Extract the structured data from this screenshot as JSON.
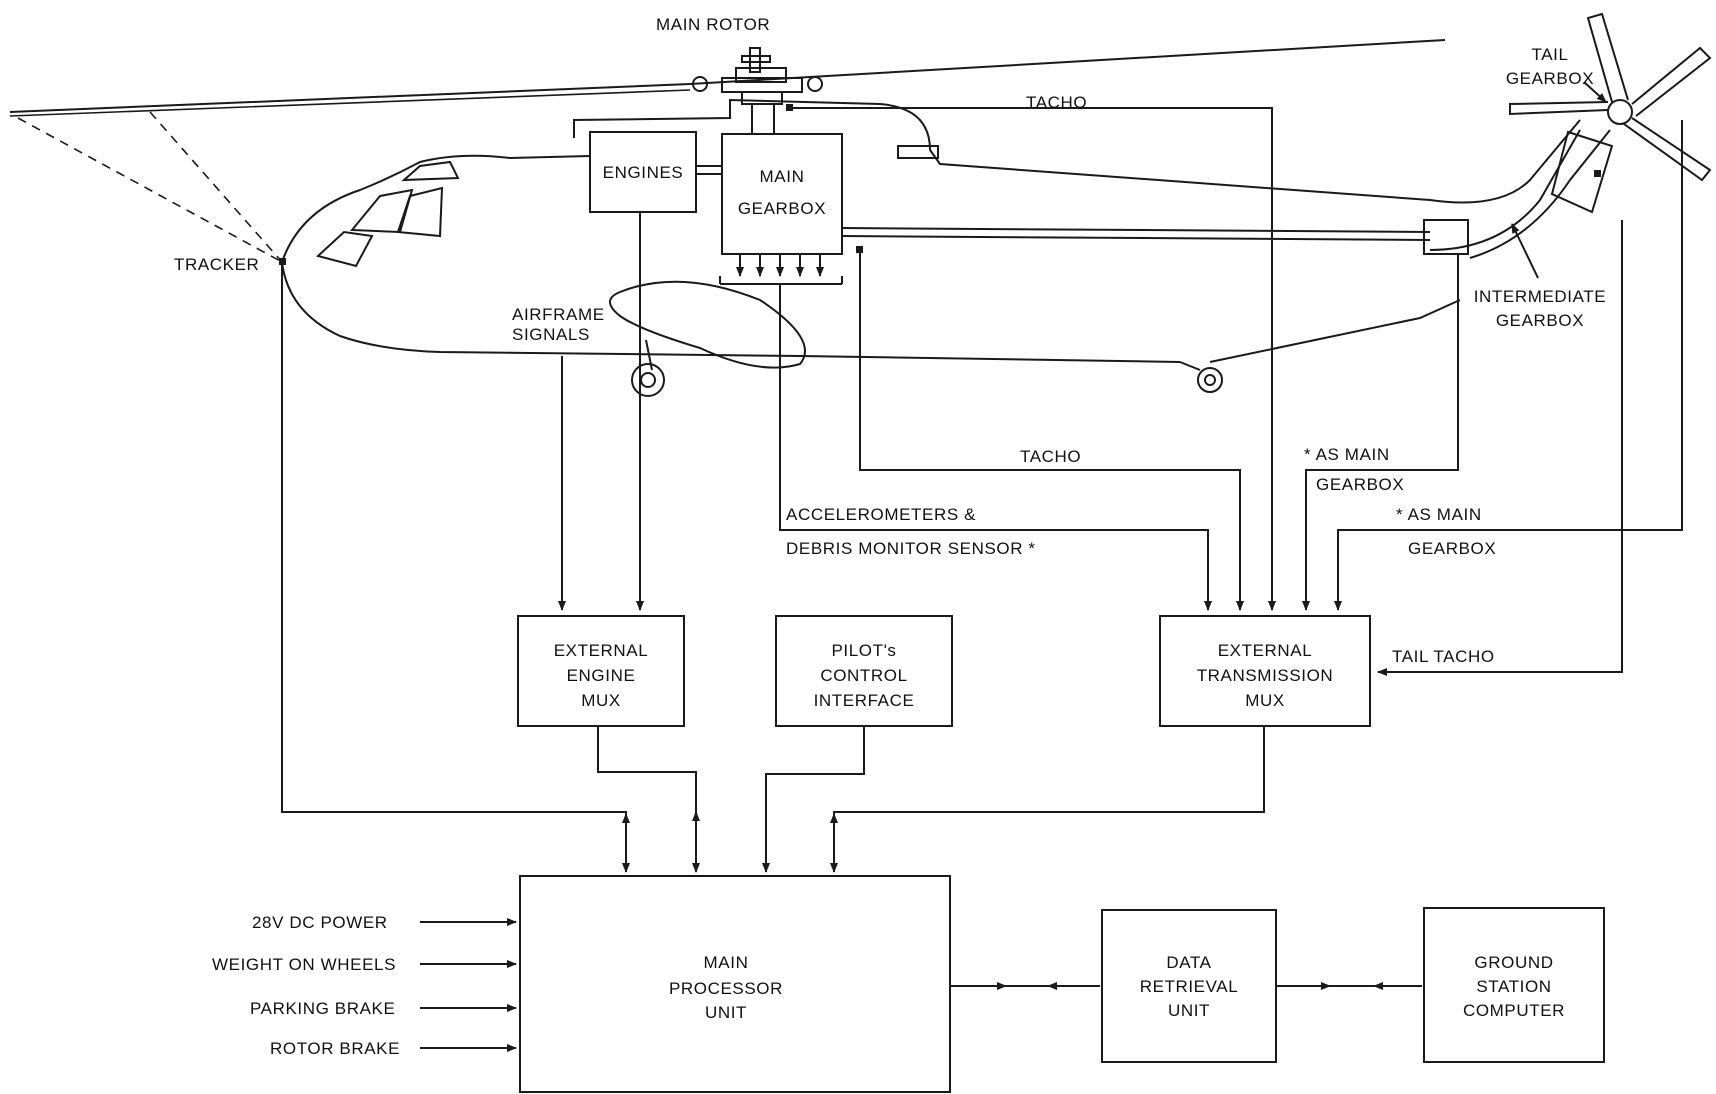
{
  "labels": {
    "main_rotor": "MAIN ROTOR",
    "tail_gearbox": [
      "TAIL",
      "GEARBOX"
    ],
    "tacho_top": "TACHO",
    "tracker": "TRACKER",
    "airframe_signals": [
      "AIRFRAME",
      "SIGNALS"
    ],
    "intermediate_gearbox": [
      "INTERMEDIATE",
      "GEARBOX"
    ],
    "tacho_mid": "TACHO",
    "as_main_gearbox_1": [
      "* AS MAIN",
      "GEARBOX"
    ],
    "accelerometers": [
      "ACCELEROMETERS &",
      "DEBRIS MONITOR SENSOR *"
    ],
    "as_main_gearbox_2": [
      "* AS MAIN",
      "GEARBOX"
    ],
    "tail_tacho": "TAIL TACHO"
  },
  "boxes": {
    "engines": [
      "ENGINES"
    ],
    "main_gearbox": [
      "MAIN",
      "GEARBOX"
    ],
    "external_engine_mux": [
      "EXTERNAL",
      "ENGINE",
      "MUX"
    ],
    "pilots_control_interface": [
      "PILOT's",
      "CONTROL",
      "INTERFACE"
    ],
    "external_transmission_mux": [
      "EXTERNAL",
      "TRANSMISSION",
      "MUX"
    ],
    "main_processor_unit": [
      "MAIN",
      "PROCESSOR",
      "UNIT"
    ],
    "data_retrieval_unit": [
      "DATA",
      "RETRIEVAL",
      "UNIT"
    ],
    "ground_station_computer": [
      "GROUND",
      "STATION",
      "COMPUTER"
    ]
  },
  "inputs": [
    "28V DC POWER",
    "WEIGHT ON WHEELS",
    "PARKING BRAKE",
    "ROTOR BRAKE"
  ]
}
